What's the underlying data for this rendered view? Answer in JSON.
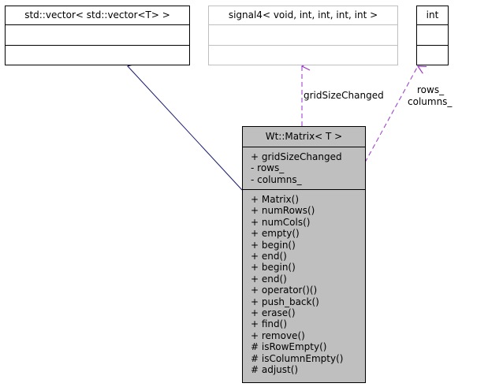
{
  "boxes": {
    "vector_box": {
      "title": "std::vector< std::vector<T> >"
    },
    "signal_box": {
      "title": "signal4< void, int, int, int, int >"
    },
    "int_box": {
      "title": "int"
    },
    "matrix_box": {
      "title": "Wt::Matrix< T >",
      "attributes": [
        "+ gridSizeChanged",
        "- rows_",
        "- columns_"
      ],
      "methods": [
        "+ Matrix()",
        "+ numRows()",
        "+ numCols()",
        "+ empty()",
        "+ begin()",
        "+ end()",
        "+ begin()",
        "+ end()",
        "+ operator()()",
        "+ push_back()",
        "+ erase()",
        "+ find()",
        "+ remove()",
        "# isRowEmpty()",
        "# isColumnEmpty()",
        "# adjust()"
      ]
    }
  },
  "edge_labels": {
    "grid_size_changed": "gridSizeChanged",
    "rows": "rows_",
    "columns": "columns_"
  },
  "colors": {
    "inheritance_edge": "#191970",
    "usage_edge": "#9a32cd",
    "box_fill_main": "#bfbfbf",
    "box_border_external": "#bfbfbf"
  }
}
